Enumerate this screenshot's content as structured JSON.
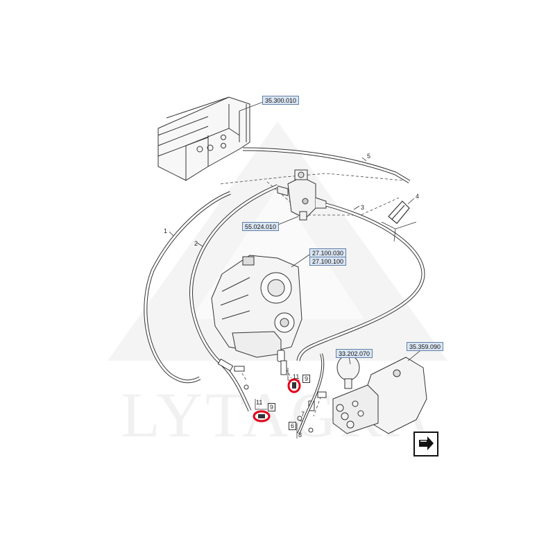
{
  "watermark": {
    "text": "LYTAGRA"
  },
  "references": [
    {
      "id": "ref-35-300-010",
      "label": "35.300.010"
    },
    {
      "id": "ref-55-024-010",
      "label": "55.024.010"
    },
    {
      "id": "ref-27-100-030",
      "label": "27.100.030"
    },
    {
      "id": "ref-27-100-100",
      "label": "27.100.100"
    },
    {
      "id": "ref-33-202-070",
      "label": "33.202.070"
    },
    {
      "id": "ref-35-359-090",
      "label": "35.359.090"
    }
  ],
  "callouts": {
    "c1": "1",
    "c2": "2",
    "c3": "3",
    "c4": "4",
    "c5": "5",
    "c6": "6",
    "c7a": "7",
    "c7b": "7",
    "c8": "8",
    "c9a": "9",
    "c9b": "9",
    "c11a": "11",
    "c11b": "11"
  },
  "highlight_color": "#e0001a",
  "accent_color": "#5f7fa8",
  "icons": {
    "next_page": "arrow-next-icon"
  }
}
